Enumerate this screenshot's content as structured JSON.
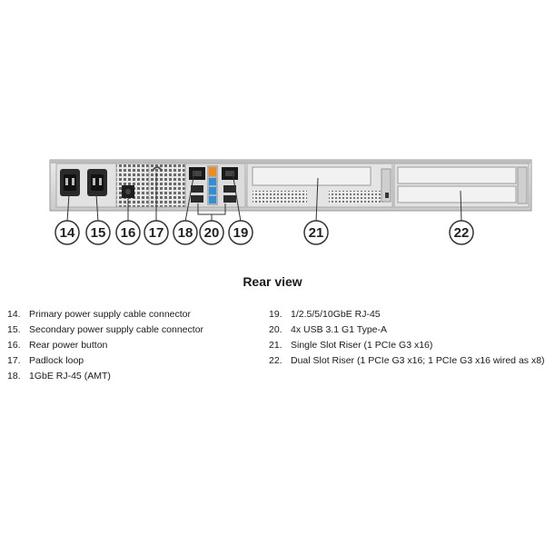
{
  "title": "Rear view",
  "callouts": [
    "14",
    "15",
    "16",
    "17",
    "18",
    "20",
    "19",
    "21",
    "22"
  ],
  "legend_left": [
    {
      "num": "14.",
      "label": "Primary power supply cable connector"
    },
    {
      "num": "15.",
      "label": "Secondary power supply cable connector"
    },
    {
      "num": "16.",
      "label": "Rear power button"
    },
    {
      "num": "17.",
      "label": "Padlock loop"
    },
    {
      "num": "18.",
      "label": "1GbE RJ-45 (AMT)"
    }
  ],
  "legend_right": [
    {
      "num": "19.",
      "label": "1/2.5/5/10GbE RJ-45"
    },
    {
      "num": "20.",
      "label": "4x USB 3.1 G1 Type-A"
    },
    {
      "num": "21.",
      "label": "Single Slot Riser (1 PCIe G3 x16)"
    },
    {
      "num": "22.",
      "label": "Dual Slot Riser (1 PCIe G3 x16; 1 PCIe G3 x16 wired as x8)"
    }
  ],
  "colors": {
    "chassis": "#d6d6d6",
    "usb_blue": "#2f8fd8",
    "usb_orange": "#f08a1c",
    "callout_stroke": "#333333"
  }
}
